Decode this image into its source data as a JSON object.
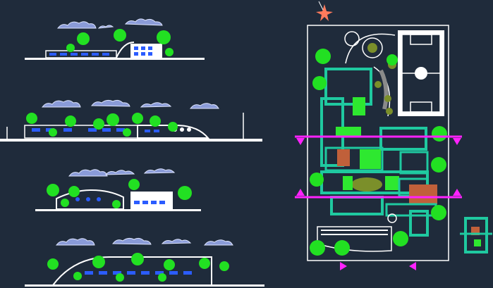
{
  "drawing": {
    "colors": {
      "background": "#1f2b3b",
      "line": "#ffffff",
      "cloud": "#8a9bd8",
      "cloud_edge": "#dfe6ff",
      "tree": "#22e022",
      "tree_dark": "#0fa80f",
      "palm": "#1fd61f",
      "building": "#1fc9a0",
      "green_area": "#2ee830",
      "window": "#2b5cff",
      "section_mark": "#ff22ff",
      "compass": "#ff7a5c",
      "olive": "#7b8f2a"
    },
    "elevations": [
      {
        "id": "elevation-1"
      },
      {
        "id": "elevation-2"
      },
      {
        "id": "elevation-3"
      },
      {
        "id": "elevation-4"
      }
    ],
    "site_plan": {
      "has_north_arrow": true,
      "section_lines": 2,
      "features": [
        "soccer-field",
        "circular-plaza",
        "courtyard-buildings",
        "trees",
        "detail-module"
      ]
    }
  }
}
